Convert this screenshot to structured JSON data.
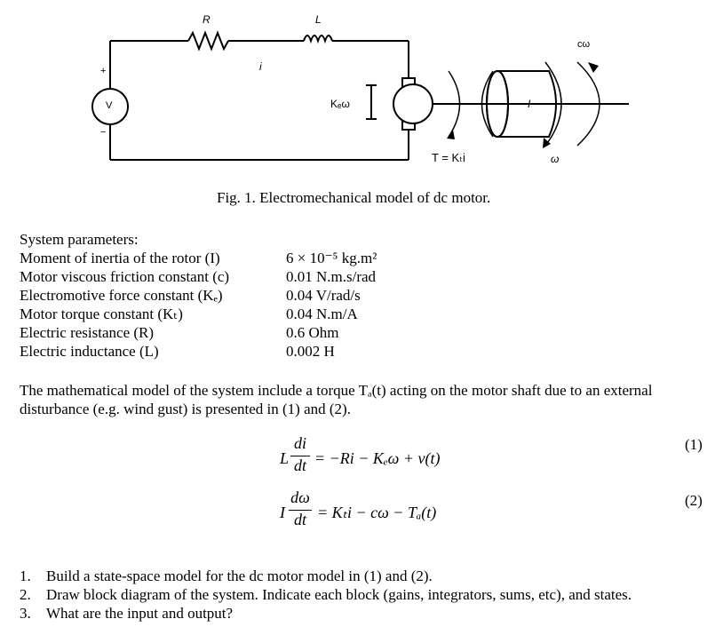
{
  "figure": {
    "labels": {
      "R": "R",
      "L": "L",
      "i": "i",
      "plus": "+",
      "minus": "−",
      "source": "V",
      "back_emf": "Kₑω",
      "inertia": "I",
      "damping": "cω",
      "torque": "T = Kₜi",
      "omega": "ω"
    },
    "caption": "Fig. 1. Electromechanical model of dc motor."
  },
  "parameters": {
    "heading": "System parameters:",
    "rows": [
      {
        "label": "Moment of inertia of the rotor (I)",
        "value": "6 × 10⁻⁵ kg.m²"
      },
      {
        "label": "Motor viscous friction constant (c)",
        "value": "0.01 N.m.s/rad"
      },
      {
        "label": "Electromotive force constant (Kₑ)",
        "value": "0.04 V/rad/s"
      },
      {
        "label": "Motor torque constant (Kₜ)",
        "value": "0.04 N.m/A"
      },
      {
        "label": "Electric resistance (R)",
        "value": "0.6 Ohm"
      },
      {
        "label": "Electric inductance (L)",
        "value": "0.002 H"
      }
    ]
  },
  "intro": {
    "line1": "The mathematical model of the system include a torque Tₐ(t) acting on the motor shaft due to an external",
    "line2": "disturbance (e.g. wind gust) is presented in (1) and (2)."
  },
  "equations": [
    {
      "coef": "L",
      "num": "di",
      "den": "dt",
      "rhs": "= −Ri − Kₑω + v(t)",
      "number": "(1)"
    },
    {
      "coef": "I",
      "num": "dω",
      "den": "dt",
      "rhs": "= Kₜi − cω − Tₐ(t)",
      "number": "(2)"
    }
  ],
  "questions": [
    {
      "n": "1.",
      "text": "Build a state-space model for the dc motor model in (1) and (2)."
    },
    {
      "n": "2.",
      "text": "Draw block diagram of the system. Indicate each block (gains, integrators, sums, etc), and states."
    },
    {
      "n": "3.",
      "text": "What are the input and output?"
    }
  ]
}
